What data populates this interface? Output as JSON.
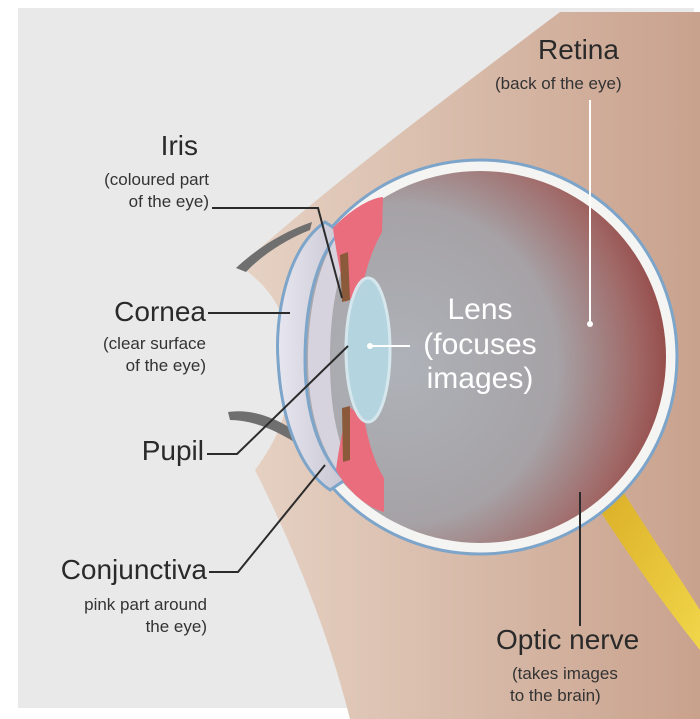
{
  "labels": {
    "retina": {
      "title": "Retina",
      "sub": "(back of the eye)"
    },
    "iris": {
      "title": "Iris",
      "sub1": "(coloured part",
      "sub2": "of the eye)"
    },
    "cornea": {
      "title": "Cornea",
      "sub1": "(clear surface",
      "sub2": "of the eye)"
    },
    "pupil": {
      "title": "Pupil"
    },
    "conjunctiva": {
      "title": "Conjunctiva",
      "sub1": "pink part around",
      "sub2": "the eye)"
    },
    "optic_nerve": {
      "title": "Optic nerve",
      "sub1": "(takes images",
      "sub2": "to the brain)"
    },
    "lens": {
      "line1": "Lens",
      "line2": "(focuses",
      "line3": "images)"
    }
  },
  "colors": {
    "background": "#e9e9e9",
    "eyelid_skin": "#d7bfae",
    "sclera": "#f4f4f2",
    "eye_outline": "#7da4c9",
    "choroid_dark": "#9e4a47",
    "vitreous": "#a8acb2",
    "lens": "#b5d7e3",
    "iris_pink": "#ea6d7e",
    "optic_nerve": "#e8c42e",
    "leader_line": "#2b2b2b"
  }
}
